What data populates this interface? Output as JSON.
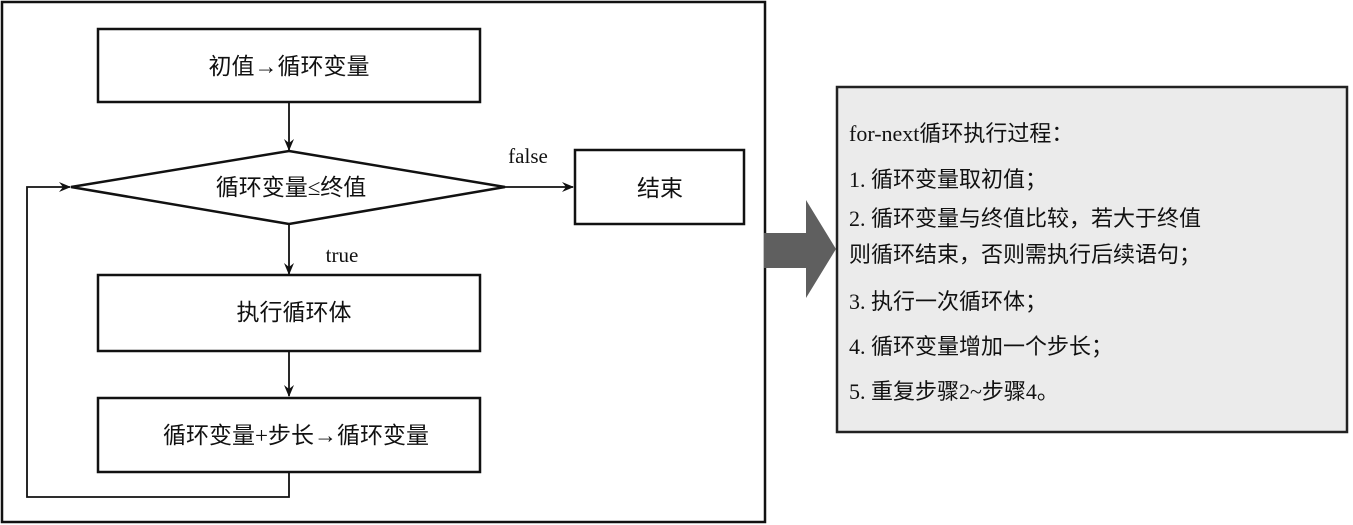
{
  "flowchart": {
    "init": "初值→循环变量",
    "condition": "循环变量≤终值",
    "end": "结束",
    "body": "执行循环体",
    "increment": "循环变量+步长→循环变量",
    "false_label": "false",
    "true_label": "true"
  },
  "description": {
    "title": "for-next循环执行过程：",
    "steps": [
      "1. 循环变量取初值；",
      "2. 循环变量与终值比较，若大于终值",
      "则循环结束，否则需执行后续语句；",
      "3. 执行一次循环体；",
      "4. 循环变量增加一个步长；",
      "5. 重复步骤2~步骤4。"
    ]
  },
  "colors": {
    "line": "#111111",
    "arrow_fill": "#5f5f5f",
    "desc_bg": "#ebebeb"
  }
}
